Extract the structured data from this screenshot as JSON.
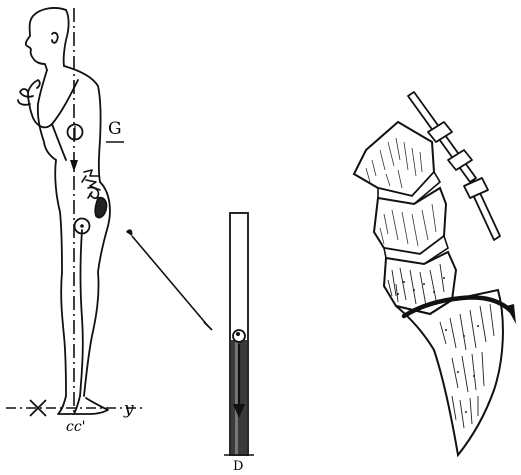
{
  "labels": {
    "g": "G",
    "x": "X",
    "y": "y",
    "cc": "cc'",
    "d": "D"
  },
  "colors": {
    "ink": "#111111",
    "paper": "#ffffff"
  },
  "figures": [
    "standing-figure-gravity-line",
    "gravity-tube",
    "vertebral-segment"
  ]
}
